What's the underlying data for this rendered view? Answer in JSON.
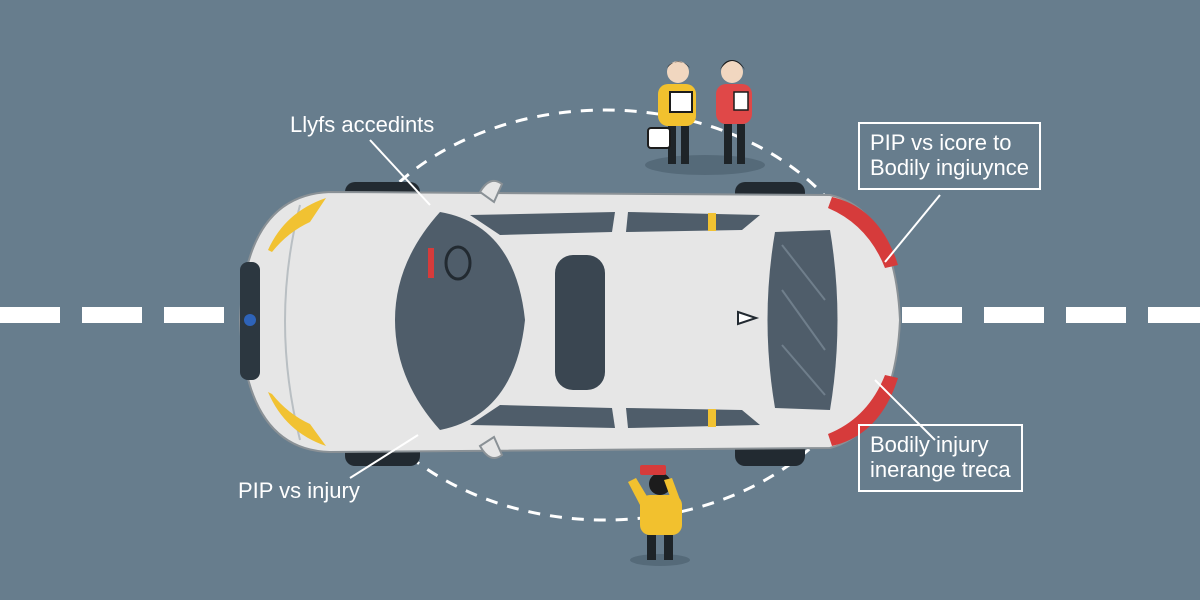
{
  "labels": {
    "top_left": "Llyfs accedints",
    "bottom_left": "PIP vs injury",
    "top_right_line1": "PIP vs icore to",
    "top_right_line2": "Bodily ingiuynce",
    "bottom_right_line1": "Bodily injury",
    "bottom_right_line2": "inerange treca"
  },
  "colors": {
    "background": "#677d8d",
    "road_dash": "#ffffff",
    "car_body": "#e6e6e6",
    "glass": "#4f5d6a",
    "headlight": "#f1c232",
    "taillight": "#d63b3b",
    "person_yellow": "#f2c12e",
    "person_red": "#e04848"
  },
  "icons": [
    "car-icon",
    "person-icon",
    "briefcase-icon",
    "phone-icon",
    "document-icon"
  ]
}
